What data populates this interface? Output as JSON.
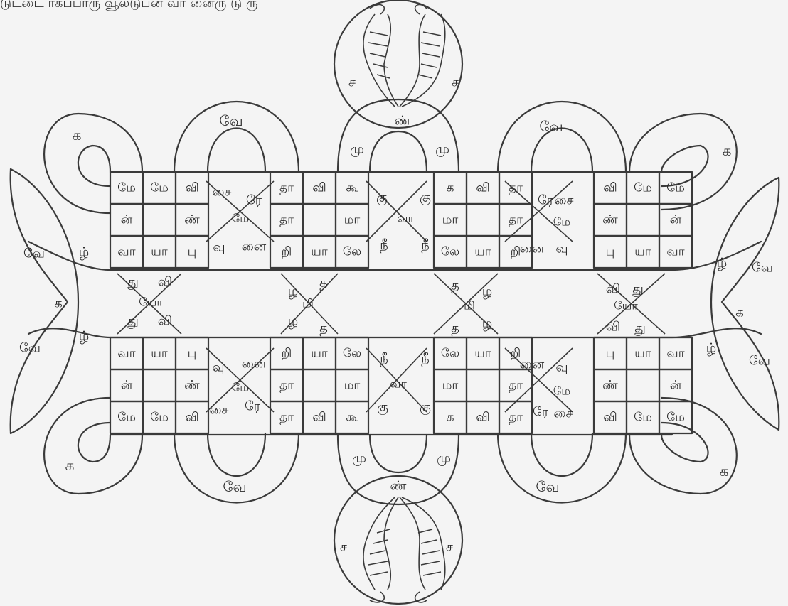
{
  "caption": "டுட்டை ர்கப்பாரு வூலடுபன்  வா னைரு  டு ரு",
  "grid": {
    "blocks": [
      {
        "name": "block-top-left-1",
        "rows": [
          [
            "மே",
            "மே",
            "வி"
          ],
          [
            "ன்",
            "",
            "ண்"
          ],
          [
            "வா",
            "யா",
            "பு"
          ]
        ]
      },
      {
        "name": "block-top-left-2",
        "rows": [
          [
            "தா",
            "வி",
            "கூ"
          ],
          [
            "தா",
            "",
            "மா"
          ],
          [
            "றி",
            "யா",
            "லே"
          ]
        ]
      },
      {
        "name": "block-top-right-2",
        "rows": [
          [
            "க",
            "வி",
            "தா"
          ],
          [
            "மா",
            "",
            "தா"
          ],
          [
            "லே",
            "யா",
            "றி"
          ]
        ]
      },
      {
        "name": "block-top-right-1",
        "rows": [
          [
            "வி",
            "மே",
            "மே"
          ],
          [
            "ண்",
            "",
            "ன்"
          ],
          [
            "பு",
            "யா",
            "வா"
          ]
        ]
      },
      {
        "name": "block-bottom-left-1",
        "rows": [
          [
            "வா",
            "யா",
            "பு"
          ],
          [
            "ன்",
            "",
            "ண்"
          ],
          [
            "மே",
            "மே",
            "வி"
          ]
        ]
      },
      {
        "name": "block-bottom-left-2",
        "rows": [
          [
            "றி",
            "யா",
            "லே"
          ],
          [
            "தா",
            "",
            "மா"
          ],
          [
            "தா",
            "வி",
            "கூ"
          ]
        ]
      },
      {
        "name": "block-bottom-right-2",
        "rows": [
          [
            "லே",
            "யா",
            "றி"
          ],
          [
            "மா",
            "",
            "தா"
          ],
          [
            "க",
            "வி",
            "தா"
          ]
        ]
      },
      {
        "name": "block-bottom-right-1",
        "rows": [
          [
            "பு",
            "யா",
            "வா"
          ],
          [
            "ண்",
            "",
            "ன்"
          ],
          [
            "வி",
            "மே",
            "மே"
          ]
        ]
      }
    ]
  },
  "loops": {
    "ve_top_left": "வே",
    "ve_top_right": "வே",
    "ve_bottom_left": "வே",
    "ve_bottom_right": "வே",
    "ka_top_left": "க",
    "ka_top_right": "க",
    "ka_bottom_left": "க",
    "ka_bottom_right": "க",
    "ve_side_l1": "வே",
    "ve_side_l2": "வே",
    "ka_side_l": "க",
    "zh_side_l1": "ழ்",
    "zh_side_l2": "ழ்",
    "ve_side_r1": "வே",
    "ve_side_r2": "வே",
    "ka_side_r": "க",
    "zh_side_r1": "ழ்",
    "zh_side_r2": "ழ்"
  },
  "crossings": {
    "sai_1": "சை",
    "re_1": "ரே",
    "me_1": "மே",
    "vu_1": "வு",
    "nai_1": "னை",
    "sai_2": "சை",
    "re_2": "ரே",
    "me_2": "மே",
    "vu_2": "வு",
    "nai_2": "னை",
    "sai_3": "சை",
    "re_3": "ரே",
    "me_3": "மே",
    "vu_3": "வு",
    "nai_3": "னை",
    "sai_4": "சை",
    "re_4": "ரே",
    "me_4": "மே",
    "vu_4": "வு",
    "nai_4": "னை",
    "ku_1": "கு",
    "ku_2": "கு",
    "vaa_1": "வா",
    "nee_1": "நீ",
    "nee_2": "நீ",
    "ku_3": "கு",
    "ku_4": "கு",
    "vaa_2": "வா",
    "nee_3": "நீ",
    "nee_4": "நீ",
    "thu_1": "து",
    "vi_1": "வி",
    "yo_1": "யோ",
    "thu_2": "து",
    "vi_2": "வி",
    "thu_3": "து",
    "vi_3": "வி",
    "yo_2": "யோ",
    "thu_4": "து",
    "vi_4": "வி",
    "zhu_1": "ழ",
    "tha_1": "த",
    "mi_1": "மி",
    "zhu_2": "ழ",
    "tha_2": "த",
    "zhu_3": "ழ",
    "tha_3": "த",
    "mi_2": "மி",
    "zhu_4": "ழ",
    "tha_4": "த"
  },
  "center": {
    "nn_top": "ண்",
    "mu_top_l": "மு",
    "mu_top_r": "மு",
    "sa_top_l": "ச",
    "sa_top_r": "ச",
    "nn_bottom": "ண்",
    "mu_bot_l": "மு",
    "mu_bot_r": "மு",
    "sa_bot_l": "ச",
    "sa_bot_r": "ச"
  }
}
